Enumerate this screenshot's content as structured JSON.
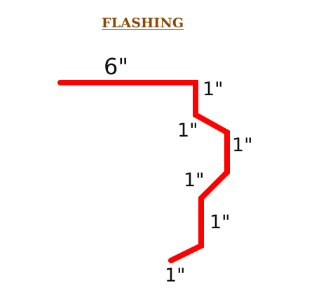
{
  "title": "FLASHING",
  "colors": {
    "flashing_line": "#ff0000",
    "title_text": "#8a4a05",
    "label_text": "#111111",
    "background": "#ffffff"
  },
  "labels": {
    "top_length": "6\"",
    "segment_1": "1\"",
    "segment_2": "1\"",
    "segment_3": "1\"",
    "segment_4": "1\"",
    "segment_5": "1\"",
    "segment_6": "1\""
  }
}
